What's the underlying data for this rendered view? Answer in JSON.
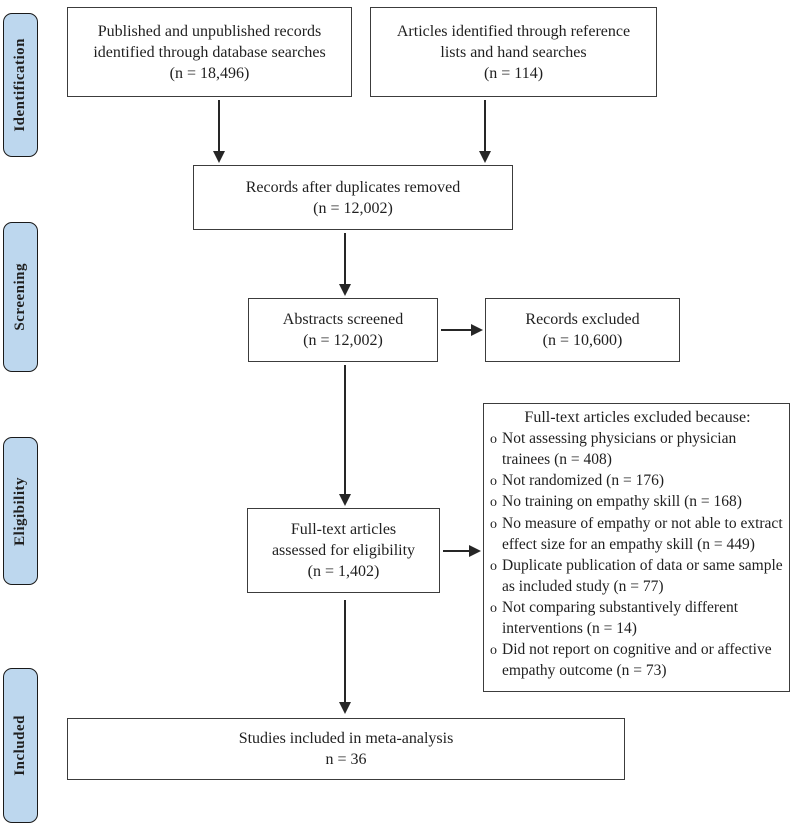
{
  "palette": {
    "stage_fill": "#BDD7EE",
    "stage_border": "#1a1a1a",
    "box_border": "#3c3c3c",
    "arrow": "#262626",
    "text": "#1f1f1f"
  },
  "stages": [
    {
      "label": "Identification"
    },
    {
      "label": "Screening"
    },
    {
      "label": "Eligibility"
    },
    {
      "label": "Included"
    }
  ],
  "boxes": {
    "database": {
      "lines": [
        "Published and unpublished records",
        "identified through database searches",
        "(n = 18,496)"
      ]
    },
    "handsearch": {
      "lines": [
        "Articles identified through reference",
        "lists and hand searches",
        "(n = 114)"
      ]
    },
    "duplicates": {
      "lines": [
        "Records after duplicates removed",
        "(n = 12,002)"
      ]
    },
    "screened": {
      "lines": [
        "Abstracts screened",
        "(n = 12,002)"
      ]
    },
    "records_excluded": {
      "lines": [
        "Records excluded",
        "(n = 10,600)"
      ]
    },
    "fulltext": {
      "lines": [
        "Full-text articles",
        "assessed for eligibility",
        "(n = 1,402)"
      ]
    },
    "included": {
      "lines": [
        "Studies included in meta-analysis",
        "n = 36"
      ]
    }
  },
  "exclusions": {
    "title": "Full-text articles excluded because:",
    "bullet": "o",
    "items": [
      "Not assessing physicians or physician trainees (n = 408)",
      "Not randomized (n = 176)",
      "No training on empathy skill (n = 168)",
      "No measure of empathy or not able to extract effect size for an empathy skill (n = 449)",
      "Duplicate publication of data or same sample as included study (n = 77)",
      "Not comparing substantively different interventions (n = 14)",
      "Did not report on cognitive and or affective empathy outcome (n = 73)"
    ]
  }
}
